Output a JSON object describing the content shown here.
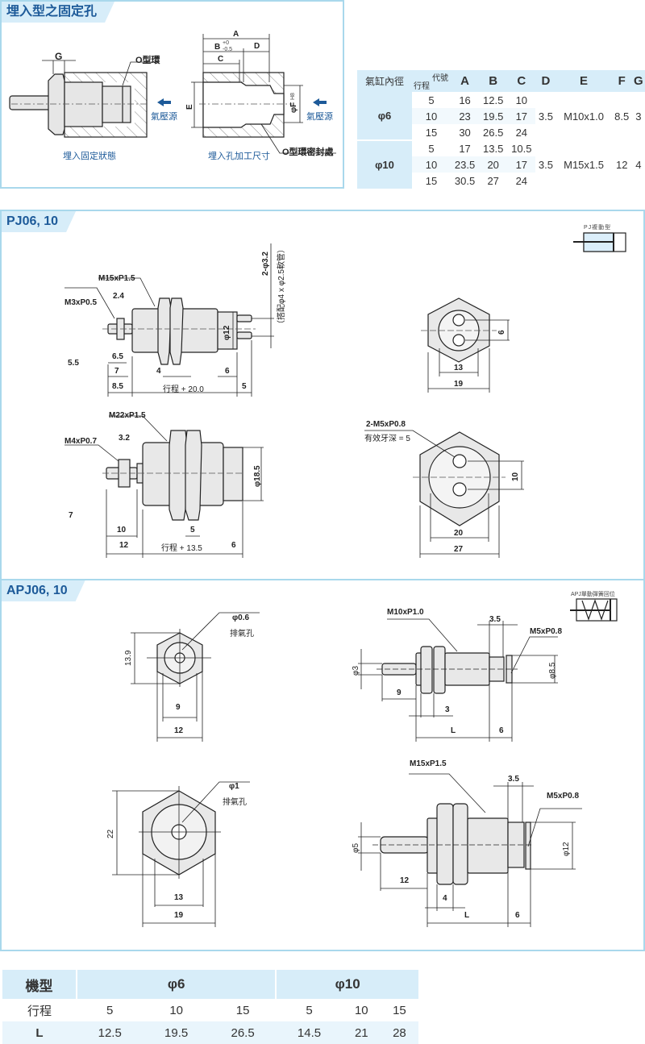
{
  "embed": {
    "title": "埋入型之固定孔",
    "left_caption": "埋入固定狀態",
    "right_caption": "埋入孔加工尺寸",
    "labels": [
      "G",
      "O型環",
      "氣壓源",
      "A",
      "B",
      "+0",
      "-0.5",
      "C",
      "D",
      "E",
      "φF",
      "H8",
      "氣壓源",
      "O型環密封處"
    ]
  },
  "spec_table": {
    "header_bore": "氣缸內徑",
    "header_code": "代號",
    "header_stroke": "行程",
    "columns": [
      "A",
      "B",
      "C",
      "D",
      "E",
      "F",
      "G"
    ],
    "groups": [
      {
        "bore": "φ6",
        "D": "3.5",
        "E": "M10x1.0",
        "F": "8.5",
        "G": "3",
        "rows": [
          [
            "5",
            "16",
            "12.5",
            "10"
          ],
          [
            "10",
            "23",
            "19.5",
            "17"
          ],
          [
            "15",
            "30",
            "26.5",
            "24"
          ]
        ]
      },
      {
        "bore": "φ10",
        "D": "3.5",
        "E": "M15x1.5",
        "F": "12",
        "G": "4",
        "rows": [
          [
            "5",
            "17",
            "13.5",
            "10.5"
          ],
          [
            "10",
            "23.5",
            "20",
            "17"
          ],
          [
            "15",
            "30.5",
            "27",
            "24"
          ]
        ]
      }
    ]
  },
  "pj": {
    "title": "PJ06, 10",
    "symbol_label": "PJ複動型",
    "labels6": [
      "M15xP1.5",
      "M3xP0.5",
      "2.4",
      "6.5",
      "5.5",
      "7",
      "4",
      "6",
      "8.5",
      "行程 + 20.0",
      "5",
      "φ12",
      "2-φ3.2",
      "（搭配φ4 x φ2.5軟管）"
    ],
    "labels6_end": [
      "6",
      "13",
      "19"
    ],
    "labels10": [
      "M22xP1.5",
      "M4xP0.7",
      "3.2",
      "7",
      "10",
      "12",
      "5",
      "行程 + 13.5",
      "6",
      "φ18.5"
    ],
    "labels10_end": [
      "2-M5xP0.8",
      "有效牙深 = 5",
      "10",
      "20",
      "27"
    ]
  },
  "apj": {
    "title": "APJ06, 10",
    "symbol_label": "APJ單動彈簧回位",
    "end6": [
      "φ0.6",
      "排氣孔",
      "13.9",
      "9",
      "12"
    ],
    "end10": [
      "φ1",
      "排氣孔",
      "22",
      "13",
      "19"
    ],
    "side6": [
      "M10xP1.0",
      "3.5",
      "M5xP0.8",
      "φ3",
      "φ8.5",
      "9",
      "3",
      "L",
      "6"
    ],
    "side10": [
      "M15xP1.5",
      "3.5",
      "M5xP0.8",
      "φ5",
      "φ12",
      "12",
      "4",
      "L",
      "6"
    ]
  },
  "l_table": {
    "model_label": "機型",
    "stroke_label": "行程",
    "l_label": "L",
    "groups": [
      "φ6",
      "φ10"
    ],
    "strokes": [
      "5",
      "10",
      "15",
      "5",
      "10",
      "15"
    ],
    "L": [
      "12.5",
      "19.5",
      "26.5",
      "14.5",
      "21",
      "28"
    ]
  },
  "colors": {
    "accent": "#1d5a99",
    "header_bg": "#d7edf9",
    "border": "#a9d8ec"
  }
}
